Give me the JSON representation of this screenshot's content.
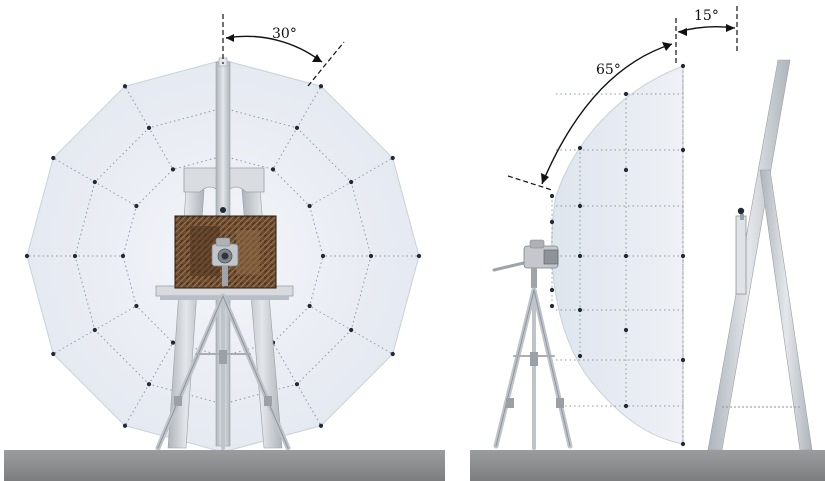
{
  "front_view": {
    "angle_label": "30°"
  },
  "side_view": {
    "angle_label_tilt": "15°",
    "angle_label_arc": "65°"
  },
  "colors": {
    "dome_fill": "#e9edf4",
    "dome_edge": "#c8d0dc",
    "grid_dots": "#8c96a3",
    "node": "#1f2a36",
    "metal": "#c7ccd2",
    "metal_dark": "#8e959c",
    "floor": "#8a8c8e",
    "painting": "#6b4a2e",
    "camera": "#b9bcc0"
  }
}
